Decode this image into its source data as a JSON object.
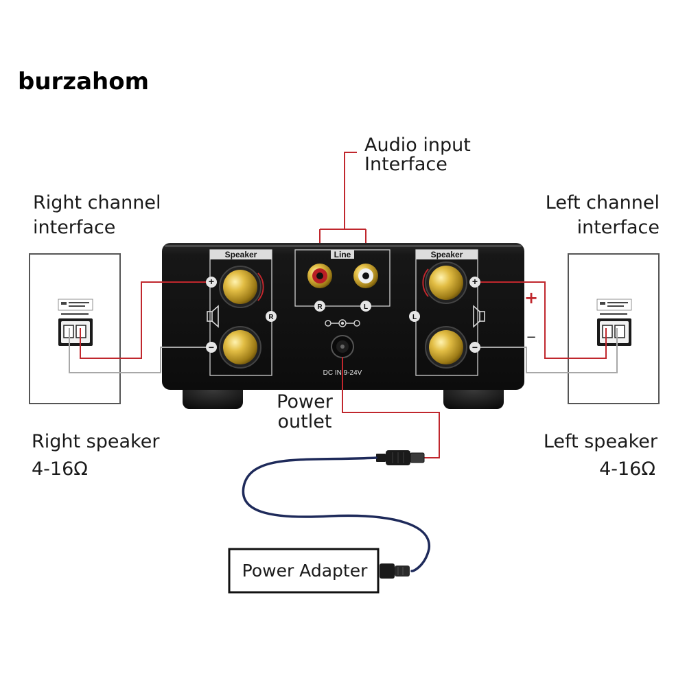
{
  "brand": "burzahom",
  "labels": {
    "audio_input_line1": "Audio input",
    "audio_input_line2": "Interface",
    "right_channel_line1": "Right channel",
    "right_channel_line2": "interface",
    "left_channel_line1": "Left channel",
    "left_channel_line2": "interface",
    "power_outlet_line1": "Power",
    "power_outlet_line2": "outlet",
    "right_speaker_line1": "Right speaker",
    "right_speaker_line2": "4-16Ω",
    "left_speaker_line1": "Left speaker",
    "left_speaker_line2": "4-16Ω",
    "power_adapter": "Power Adapter",
    "plus": "+",
    "minus": "−"
  },
  "device": {
    "speaker_left_panel": "Speaker",
    "speaker_right_panel": "Speaker",
    "line_panel": "Line",
    "rca_r": "R",
    "rca_l": "L",
    "side_r": "R",
    "side_l": "L",
    "plus": "+",
    "minus": "−",
    "dc_label": "DC IN 9-24V"
  },
  "colors": {
    "positive_wire": "#c0272d",
    "negative_wire": "#a8a8a8",
    "cable": "#1e2a5a",
    "chassis": "#151515",
    "gold": "#c9a227"
  }
}
